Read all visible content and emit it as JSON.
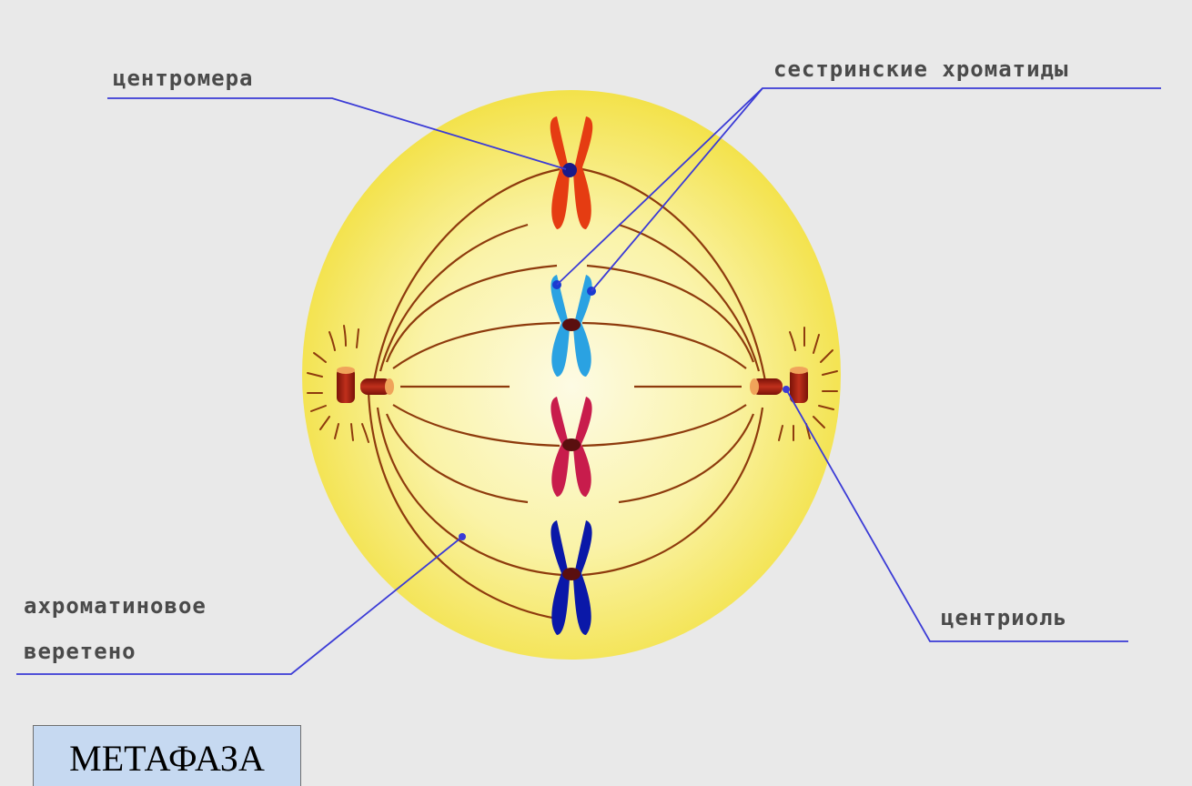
{
  "labels": {
    "centromere": "центромера",
    "sister_chromatids": "сестринские хроматиды",
    "spindle_line1": "ахроматиновое",
    "spindle_line2": "веретено",
    "centriole": "центриоль"
  },
  "phase_title": "МЕТАФАЗА",
  "colors": {
    "background": "#e9e9e9",
    "cell_center": "#fdfbe4",
    "cell_edge": "#f3e24a",
    "spindle_fiber": "#8e3b0d",
    "pointer_line": "#3b3bd6",
    "centromere_dot": "#5a0f0f",
    "centriole": "#a51d12",
    "chromosome_1": "#e53c12",
    "chromosome_2": "#2aa2e2",
    "chromosome_3": "#c81c4c",
    "chromosome_4": "#0a18a8",
    "phase_box": "#c6d9f1"
  }
}
